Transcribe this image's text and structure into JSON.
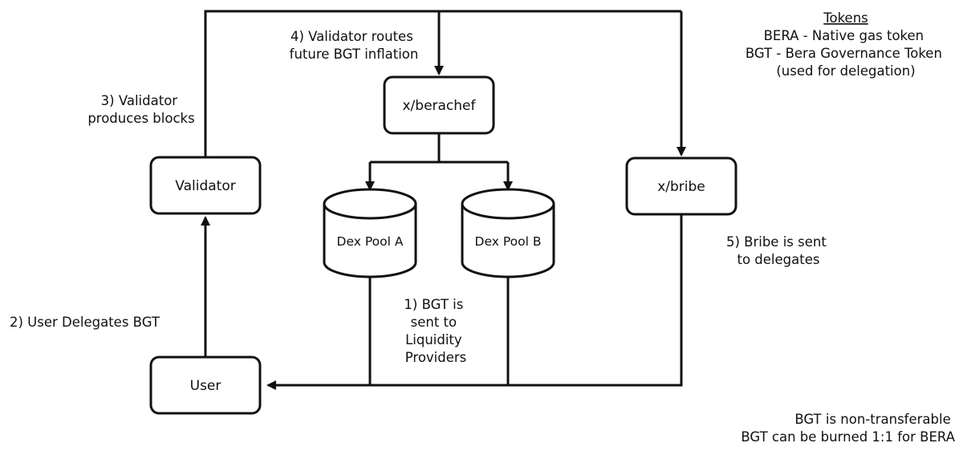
{
  "nodes": {
    "validator": "Validator",
    "berachef": "x/berachef",
    "bribe": "x/bribe",
    "user": "User",
    "dex_pool_a": "Dex Pool A",
    "dex_pool_b": "Dex Pool B"
  },
  "steps": {
    "step1": [
      "1) BGT is",
      "sent to",
      "Liquidity",
      "Providers"
    ],
    "step2": [
      "2) User Delegates BGT"
    ],
    "step3": [
      "3) Validator",
      "produces blocks"
    ],
    "step4": [
      "4) Validator routes",
      "future BGT inflation"
    ],
    "step5": [
      "5) Bribe is sent",
      "to delegates"
    ]
  },
  "tokens": {
    "heading": "Tokens",
    "lines": [
      "BERA - Native gas token",
      "BGT - Bera Governance Token",
      "(used for delegation)"
    ]
  },
  "footer_notes": [
    "BGT is non-transferable",
    "BGT can be burned 1:1 for BERA"
  ],
  "colors": {
    "stroke": "#111111",
    "background": "#ffffff"
  }
}
